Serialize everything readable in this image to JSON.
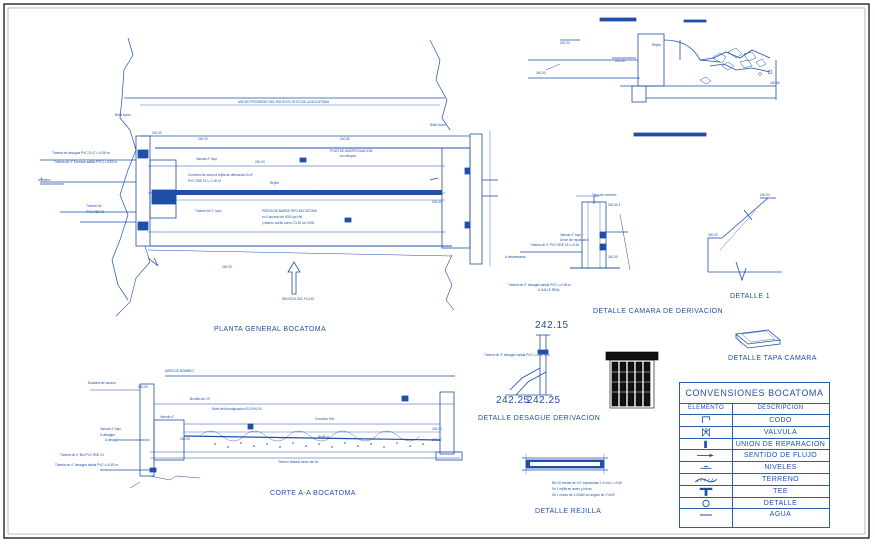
{
  "drawing": {
    "views": {
      "planta": "PLANTA GENERAL BOCATOMA",
      "corte": "CORTE A-A BOCATOMA",
      "camara": "DETALLE CAMARA DE DERIVACION",
      "detalle1": "DETALLE 1",
      "tapa": "DETALLE TAPA CAMARA",
      "desague": "DETALLE DESAGUE DERIVACION",
      "rejilla": "DETALLE REJILLA"
    },
    "elevations": {
      "top": "242.15",
      "left": "242.25",
      "right": "242.25"
    },
    "section_mark": "A"
  },
  "legend": {
    "title": "CONVENSIONES BOCATOMA",
    "col_element": "ELEMENTO",
    "col_description": "DESCRIPCION",
    "rows": [
      {
        "icon": "codo-icon",
        "description": "CODO"
      },
      {
        "icon": "valve-icon",
        "description": "VALVULA"
      },
      {
        "icon": "repair-union-icon",
        "description": "UNION DE REPARACION"
      },
      {
        "icon": "flow-direction-icon",
        "description": "SENTIDO DE FLUJO"
      },
      {
        "icon": "level-icon",
        "description": "NIVELES"
      },
      {
        "icon": "terrain-icon",
        "description": "TERRENO"
      },
      {
        "icon": "tee-icon",
        "description": "TEE"
      },
      {
        "icon": "detail-icon",
        "description": "DETALLE"
      },
      {
        "icon": "water-icon",
        "description": "AGUA"
      }
    ]
  },
  "colors": {
    "line": "#1f4fa8",
    "fill": "#1f4fa8",
    "border": "#000000"
  }
}
